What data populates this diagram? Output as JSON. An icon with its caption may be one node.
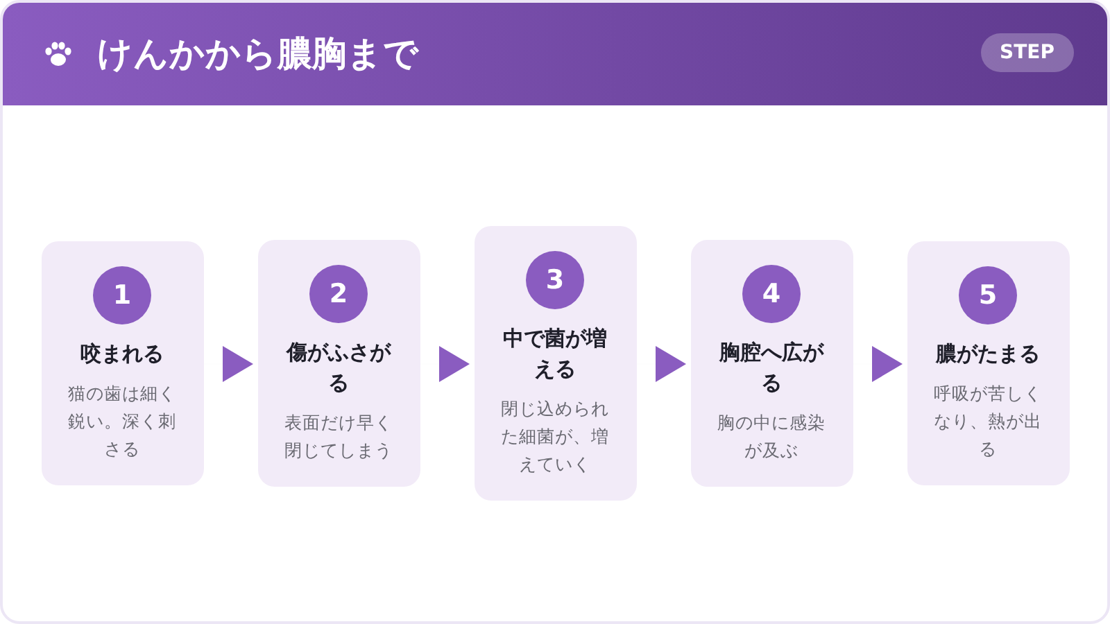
{
  "diagram": {
    "title": "けんかから膿胸まで",
    "nodes": [
      {
        "text": [
          "1",
          "咬まれる",
          "猫の歯は細く鋭い。深く刺さる"
        ]
      },
      {
        "text": [
          "2",
          "傷がふさがる",
          "表面だけ早く閉じてしまう"
        ]
      },
      {
        "text": [
          "3",
          "中で菌が増える",
          "閉じ込められた細菌が、増えていく"
        ]
      },
      {
        "text": [
          "4",
          "胸腔へ広がる",
          "胸の中に感染が及ぶ"
        ]
      },
      {
        "text": [
          "5",
          "膿がたまる",
          "呼吸が苦しくなり、熱が出る"
        ]
      }
    ],
    "edges": [
      {
        "from": 0,
        "to": 1,
        "arrow": "to"
      },
      {
        "from": 1,
        "to": 2,
        "arrow": "to"
      },
      {
        "from": 2,
        "to": 3,
        "arrow": "to"
      },
      {
        "from": 3,
        "to": 4,
        "arrow": "to"
      }
    ],
    "labels": [
      "STEP"
    ]
  }
}
